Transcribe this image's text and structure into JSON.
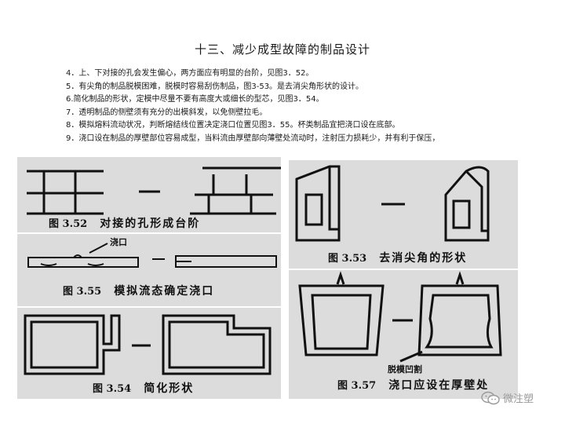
{
  "page": {
    "title": "十三、减少成型故障的制品设计",
    "items": [
      "4．上、下对接的孔会发生偏心，两方面应有明显的台阶，见图3．52。",
      "5．有尖角的制品脱模困难，脱模时容易刮伤制品，图3-53。是去消尖角形状的设计。",
      "6.简化制品的形状，定模中尽量不要有高度大或细长的型芯，见图3．54。",
      "7．透明制品的侧壁须有充分的出模斜发，以免侧壁拉毛。",
      "8．模拟熔料流动状况，判断熔结线位置决定浇口位置见图3．55。杯类制品宜把浇口设在底部。",
      "9．浇口设在制品的厚壁部位容易成型，当料流由厚壁部向薄壁处流动时，注射压力损耗少，并有利于保压，"
    ]
  },
  "figures": {
    "fig352": {
      "number": "图 3.52",
      "caption": "对接的孔形成台阶"
    },
    "fig353": {
      "number": "图 3.53",
      "caption": "去消尖角的形状"
    },
    "fig355": {
      "number": "图 3.55",
      "caption": "模拟流态确定浇口",
      "callout": "浇口"
    },
    "fig354": {
      "number": "图 3.54",
      "caption": "简化形状"
    },
    "fig357": {
      "number": "图 3.57",
      "caption": "浇口应设在厚壁处",
      "callout": "脱模凹割"
    }
  },
  "watermark": {
    "text": "微注塑",
    "icon": "wechat-icon"
  },
  "colors": {
    "figure_bg": "#dcdcdc",
    "ink": "#111111"
  }
}
